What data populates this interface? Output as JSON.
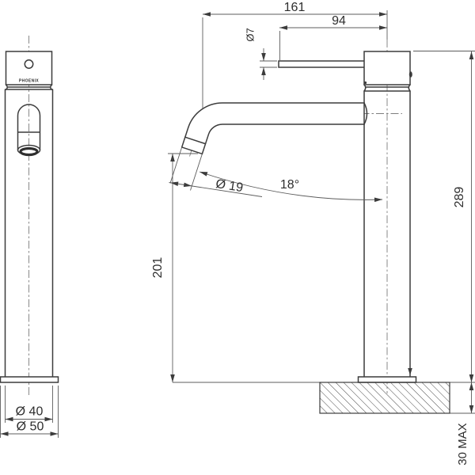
{
  "drawing": {
    "brand": "PHOENIX",
    "dims": {
      "reach": "161",
      "handle": "94",
      "handle_dia": "Ø7",
      "spout_dia": "Ø 19",
      "angle": "18°",
      "spout_height": "201",
      "overall_height": "289",
      "body_dia": "Ø 40",
      "base_dia": "Ø 50",
      "bench_max": "30 MAX"
    },
    "colors": {
      "object_line": "#3c3c3c",
      "dimension_line": "#5c5c5c",
      "centerline": "#7d7d7d",
      "text": "#2e2e2e",
      "background": "#ffffff"
    }
  }
}
